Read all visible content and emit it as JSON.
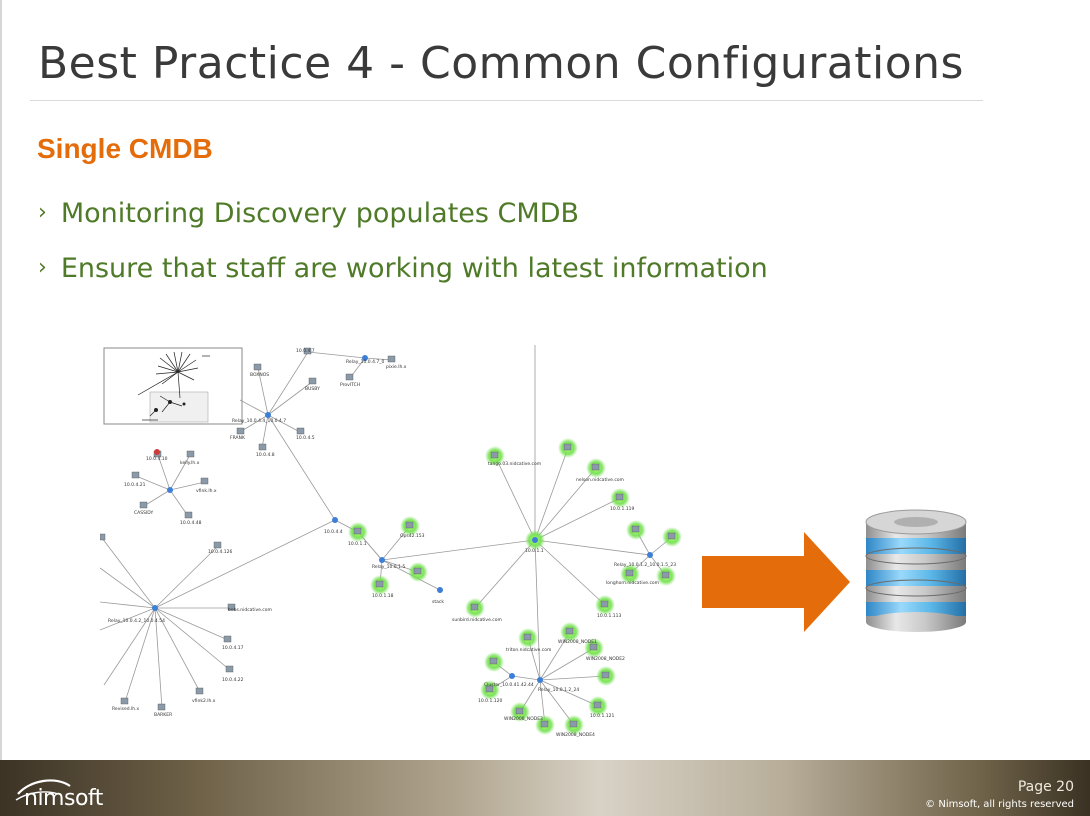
{
  "slide": {
    "title": "Best Practice 4 - Common Configurations",
    "subtitle": "Single CMDB",
    "bullet_marker": "›",
    "bullets": [
      "Monitoring Discovery populates CMDB",
      "Ensure that staff are working with latest information"
    ]
  },
  "diagram": {
    "labels": {
      "hub_top": "10.0.4.7",
      "relay_top": "Relay_10.0.4.7_0",
      "relay_mid": "Relay_10.0.4.4_10.0.4.7",
      "boxes": "BOXNOS",
      "busby": "BUSBY",
      "frank": "FRANK",
      "pixie": "pixie.lh.x",
      "prov": "ProvITCH",
      "hub_mid": "10.0.4.5",
      "n21": "10.0.4.21",
      "n10": "10.0.4.10",
      "kelly": "kelly.lh.x",
      "gem": "10.0.4.8",
      "vfinkl": "vfink.lh.x",
      "cassidy": "CASSIDY",
      "n48": "10.0.4.48",
      "n126": "10.0.4.126",
      "relay_left": "Relay_10.0.4.2_10.0.4.54",
      "bobs": "bobs.nidcative.com",
      "n17": "10.0.4.17",
      "n22": "10.0.4.22",
      "barker": "BARKER",
      "revised": "Revised.lh.x",
      "vfink2": "vfink2.lh.x",
      "hub_center": "10.0.4.4",
      "relay_center": "Relay_10.0.1.5",
      "n1118": "10.0.1.18",
      "n11": "10.0.1.1",
      "c42": "Ops42.153",
      "stack": "stack",
      "hub_right": "10.0.1.1",
      "sunbird": "sunbird.nidcative.com",
      "tango": "tango.03.nidcative.com",
      "nelson": "nelson.nidcative.com",
      "n1119": "10.0.1.119",
      "relay_right": "Relay_10.0.1.2_10.0.1.5_23",
      "longhorn": "longhorn.nidcative.com",
      "n113": "10.0.1.113",
      "relay_bottom": "Relay_10.0.1.2_24",
      "triton": "triton.nidcative.com",
      "win1": "WIN2008_NODE1",
      "win2": "WIN2008_NODE2",
      "win3": "WIN2008_NODE3",
      "win4": "WIN2008_NODE4",
      "cluster": "Cluster_10.0.41.42.44",
      "n1120": "10.0.1.120",
      "n1121": "10.0.1.121"
    }
  },
  "footer": {
    "logo": "nimsoft",
    "page": "Page 20",
    "copyright": "© Nimsoft, all rights reserved"
  },
  "colors": {
    "title": "#3a3a3a",
    "subtitle": "#e46c0a",
    "bullets": "#4f7a28",
    "arrow": "#e46c0a",
    "node_glow": "#6fe04a",
    "db_blue": "#5bb7e8"
  },
  "icons": [
    "network-map-icon",
    "arrow-right-icon",
    "database-icon",
    "nimsoft-logo-icon"
  ]
}
